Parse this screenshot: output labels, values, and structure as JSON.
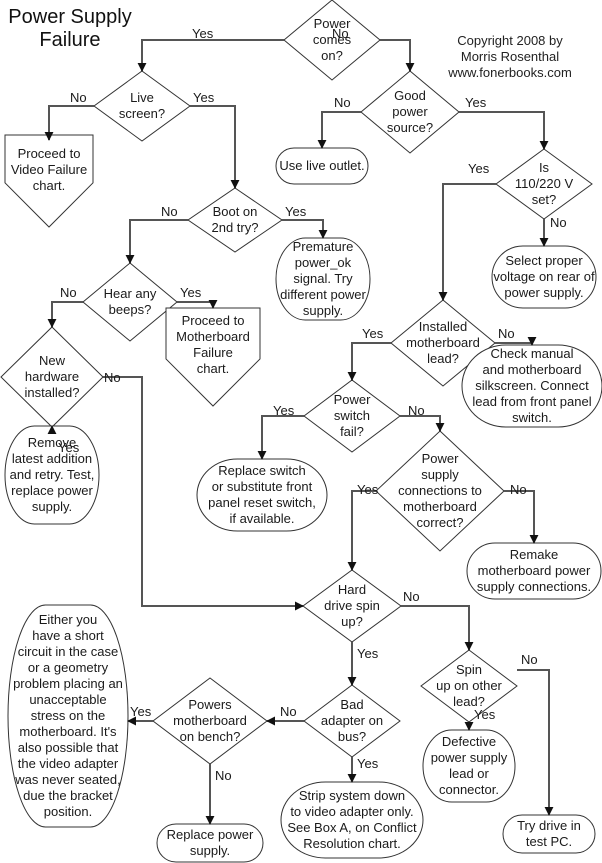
{
  "title": "Power Supply Failure",
  "title_lines": [
    "Power Supply",
    "Failure"
  ],
  "copyright": {
    "line1": "Copyright 2008 by",
    "line2": "Morris Rosenthal",
    "line3": "www.fonerbooks.com"
  },
  "colors": {
    "line": "#555555",
    "shape_stroke": "#333333",
    "text": "#1a1a1a"
  },
  "nodes": {
    "power_comes_on": {
      "type": "decision",
      "lines": [
        "Power",
        "comes",
        "on?"
      ]
    },
    "live_screen": {
      "type": "decision",
      "lines": [
        "Live",
        "screen?"
      ]
    },
    "video_failure": {
      "type": "offpage",
      "lines": [
        "Proceed to",
        "Video Failure",
        "chart."
      ]
    },
    "good_power_source": {
      "type": "decision",
      "lines": [
        "Good",
        "power",
        "source?"
      ]
    },
    "use_live_outlet": {
      "type": "terminal",
      "lines": [
        "Use live outlet."
      ]
    },
    "voltage_set": {
      "type": "decision",
      "lines": [
        "Is",
        "110/220 V",
        "set?"
      ]
    },
    "select_voltage": {
      "type": "terminal",
      "lines": [
        "Select proper",
        "voltage on rear of",
        "power supply."
      ]
    },
    "boot_2nd_try": {
      "type": "decision",
      "lines": [
        "Boot on",
        "2nd try?"
      ]
    },
    "premature_power_ok": {
      "type": "terminal",
      "lines": [
        "Premature",
        "power_ok",
        "signal. Try",
        "different power",
        "supply."
      ]
    },
    "hear_beeps": {
      "type": "decision",
      "lines": [
        "Hear any",
        "beeps?"
      ]
    },
    "motherboard_failure": {
      "type": "offpage",
      "lines": [
        "Proceed to",
        "Motherboard",
        "Failure",
        "chart."
      ]
    },
    "installed_mb_lead": {
      "type": "decision",
      "lines": [
        "Installed",
        "motherboard",
        "lead?"
      ]
    },
    "check_manual": {
      "type": "terminal",
      "lines": [
        "Check manual",
        "and motherboard",
        "silkscreen. Connect",
        "lead from front panel",
        "switch."
      ]
    },
    "new_hardware": {
      "type": "decision",
      "lines": [
        "New",
        "hardware",
        "installed?"
      ]
    },
    "power_switch_fail": {
      "type": "decision",
      "lines": [
        "Power",
        "switch",
        "fail?"
      ]
    },
    "remove_latest": {
      "type": "terminal",
      "lines": [
        "Remove",
        "latest addition",
        "and retry. Test,",
        "replace power",
        "supply."
      ]
    },
    "replace_switch": {
      "type": "terminal",
      "lines": [
        "Replace switch",
        "or substitute front",
        "panel reset switch,",
        "if available."
      ]
    },
    "ps_connections": {
      "type": "decision",
      "lines": [
        "Power",
        "supply",
        "connections to",
        "motherboard",
        "correct?"
      ]
    },
    "remake_connections": {
      "type": "terminal",
      "lines": [
        "Remake",
        "motherboard power",
        "supply connections."
      ]
    },
    "hard_drive_spin": {
      "type": "decision",
      "lines": [
        "Hard",
        "drive spin",
        "up?"
      ]
    },
    "spin_other_lead": {
      "type": "decision",
      "lines": [
        "Spin",
        "up on other",
        "lead?"
      ]
    },
    "short_circuit": {
      "type": "terminal",
      "lines": [
        "Either you",
        "have a short",
        "circuit in the case",
        "or a geometry",
        "problem placing an",
        "unacceptable",
        "stress on the",
        "motherboard. It's",
        "also possible that",
        "the video adapter",
        "was never seated,",
        "due the bracket",
        "position."
      ]
    },
    "powers_mb_bench": {
      "type": "decision",
      "lines": [
        "Powers",
        "motherboard",
        "on bench?"
      ]
    },
    "bad_adapter": {
      "type": "decision",
      "lines": [
        "Bad",
        "adapter on",
        "bus?"
      ]
    },
    "defective_lead": {
      "type": "terminal",
      "lines": [
        "Defective",
        "power supply",
        "lead or",
        "connector."
      ]
    },
    "replace_ps": {
      "type": "terminal",
      "lines": [
        "Replace power",
        "supply."
      ]
    },
    "strip_system": {
      "type": "terminal",
      "lines": [
        "Strip system down",
        "to video adapter only.",
        "See Box A, on Conflict",
        "Resolution chart."
      ]
    },
    "try_drive": {
      "type": "terminal",
      "lines": [
        "Try drive in",
        "test PC."
      ]
    }
  },
  "edges": [
    {
      "from": "power_comes_on",
      "to": "live_screen",
      "label": "Yes"
    },
    {
      "from": "power_comes_on",
      "to": "good_power_source",
      "label": "No"
    },
    {
      "from": "live_screen",
      "to": "video_failure",
      "label": "No"
    },
    {
      "from": "live_screen",
      "to": "boot_2nd_try",
      "label": "Yes"
    },
    {
      "from": "good_power_source",
      "to": "use_live_outlet",
      "label": "No"
    },
    {
      "from": "good_power_source",
      "to": "voltage_set",
      "label": "Yes"
    },
    {
      "from": "voltage_set",
      "to": "installed_mb_lead",
      "label": "Yes"
    },
    {
      "from": "voltage_set",
      "to": "select_voltage",
      "label": "No"
    },
    {
      "from": "boot_2nd_try",
      "to": "hear_beeps",
      "label": "No"
    },
    {
      "from": "boot_2nd_try",
      "to": "premature_power_ok",
      "label": "Yes"
    },
    {
      "from": "hear_beeps",
      "to": "new_hardware",
      "label": "No"
    },
    {
      "from": "hear_beeps",
      "to": "motherboard_failure",
      "label": "Yes"
    },
    {
      "from": "installed_mb_lead",
      "to": "power_switch_fail",
      "label": "Yes"
    },
    {
      "from": "installed_mb_lead",
      "to": "check_manual",
      "label": "No"
    },
    {
      "from": "new_hardware",
      "to": "hard_drive_spin",
      "label": "No"
    },
    {
      "from": "new_hardware",
      "to": "remove_latest",
      "label": "Yes"
    },
    {
      "from": "power_switch_fail",
      "to": "replace_switch",
      "label": "Yes"
    },
    {
      "from": "power_switch_fail",
      "to": "ps_connections",
      "label": "No"
    },
    {
      "from": "ps_connections",
      "to": "hard_drive_spin",
      "label": "Yes"
    },
    {
      "from": "ps_connections",
      "to": "remake_connections",
      "label": "No"
    },
    {
      "from": "hard_drive_spin",
      "to": "spin_other_lead",
      "label": "No"
    },
    {
      "from": "hard_drive_spin",
      "to": "bad_adapter",
      "label": "Yes"
    },
    {
      "from": "spin_other_lead",
      "to": "try_drive",
      "label": "No"
    },
    {
      "from": "spin_other_lead",
      "to": "defective_lead",
      "label": "Yes"
    },
    {
      "from": "bad_adapter",
      "to": "powers_mb_bench",
      "label": "No"
    },
    {
      "from": "bad_adapter",
      "to": "strip_system",
      "label": "Yes"
    },
    {
      "from": "powers_mb_bench",
      "to": "short_circuit",
      "label": "Yes"
    },
    {
      "from": "powers_mb_bench",
      "to": "replace_ps",
      "label": "No"
    }
  ]
}
